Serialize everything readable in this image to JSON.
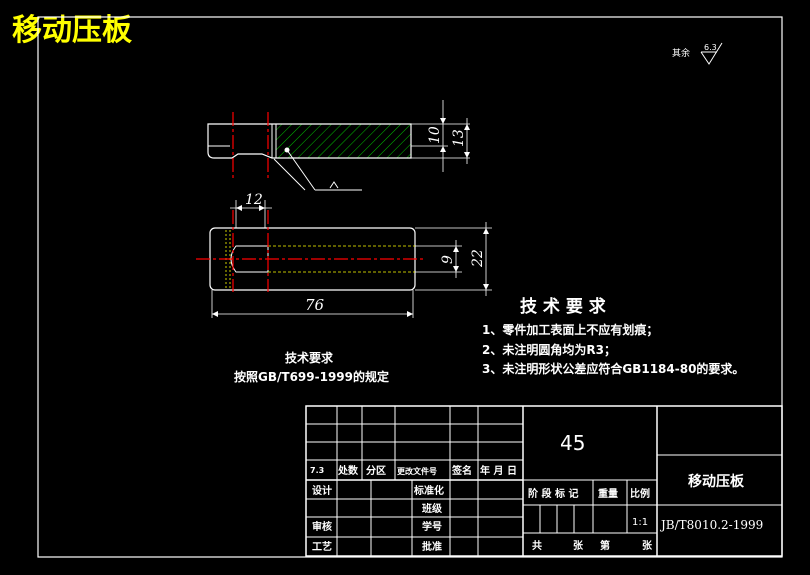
{
  "title": "移动压板",
  "roughness": {
    "label": "其余",
    "value": "6.3"
  },
  "dims": {
    "d10": "10",
    "d13": "13",
    "d12": "12",
    "d9": "9",
    "d22": "22",
    "d76": "76"
  },
  "tech_requirements": {
    "heading": "技 术 要 求",
    "items": [
      "1、零件加工表面上不应有划痕；",
      "2、未注明圆角均为R3；",
      "3、未注明形状公差应符合GB1184-80的要求。"
    ]
  },
  "note": {
    "heading": "技术要求",
    "text": "按照GB/T699-1999的规定"
  },
  "title_block": {
    "material": "45",
    "part_name": "移动压板",
    "standard_no": "JB/T8010.2-1999",
    "rev_row": [
      "7.3",
      "处数",
      "分区",
      "更改文件号",
      "签名",
      "年 月 日"
    ],
    "design": "设计",
    "standardize": "标准化",
    "check_small": "班级",
    "review": "审核",
    "process": "工艺",
    "student_no": "学号",
    "approve": "批准",
    "stage_mark": "阶 段 标 记",
    "weight": "重量",
    "scale": "比例",
    "scale_value": "1:1",
    "total": "共",
    "sheets": "张",
    "sheet_no": "第",
    "sheet_unit": "张"
  },
  "colors": {
    "frame": "#ffffff",
    "centerline": "#ff0000",
    "hatch": "#00c000",
    "dimension": "#ffffff",
    "title": "#ffff00"
  }
}
